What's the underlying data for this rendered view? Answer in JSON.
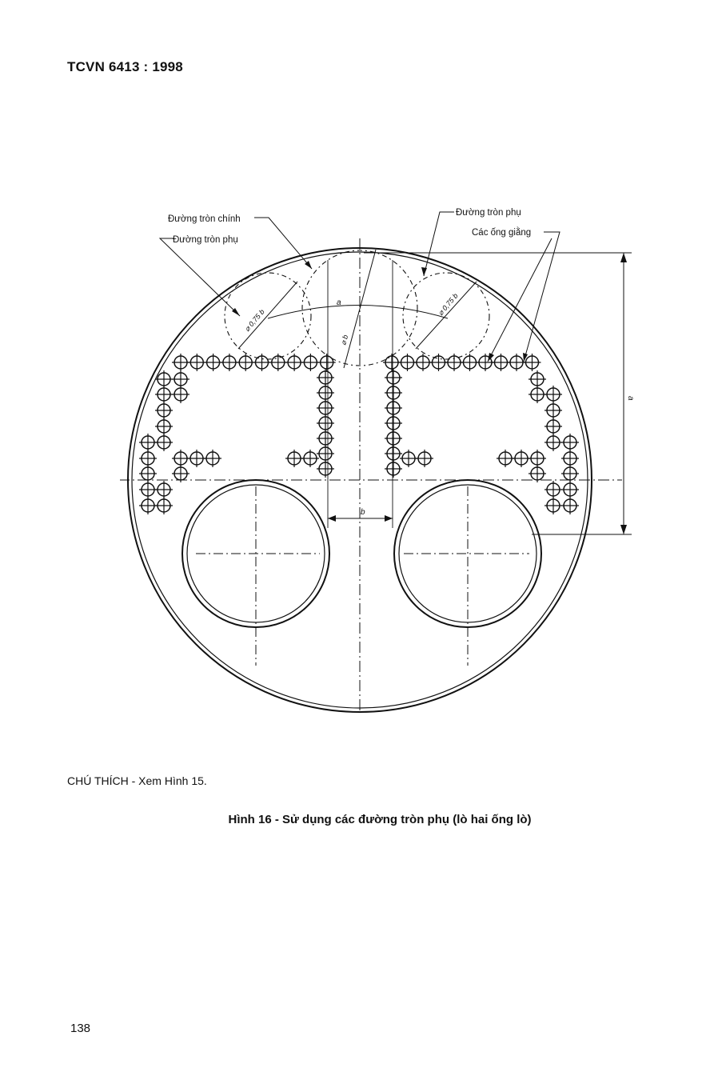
{
  "header": {
    "standard_code": "TCVN 6413 : 1998"
  },
  "figure": {
    "labels": {
      "main_circle": "Đường tròn chính",
      "aux_circle_left": "Đường tròn phụ",
      "aux_circle_right": "Đường tròn phụ",
      "stay_tubes": "Các ống giằng"
    },
    "dimensions": {
      "a_horizontal": "a",
      "a_vertical": "a",
      "b_horizontal": "b",
      "diameter_b": "⌀ b",
      "diameter_left": "⌀ 0,75 b",
      "diameter_right": "⌀ 0,75 b"
    }
  },
  "note": {
    "text": "CHÚ THÍCH - Xem Hình 15."
  },
  "caption": {
    "text": "Hình 16 - Sử dụng các đường tròn phụ (lò hai ống lò)"
  },
  "page": {
    "number": "138"
  }
}
